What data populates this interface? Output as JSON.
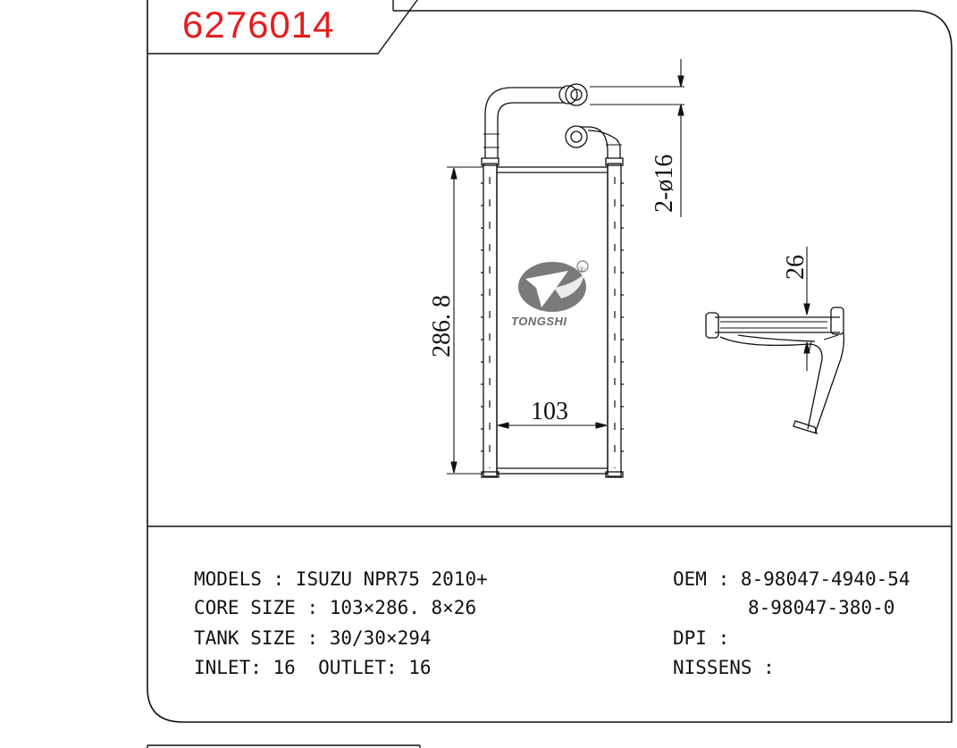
{
  "part_number": "6276014",
  "brand": {
    "name": "TONGSHI",
    "registered_mark": "®",
    "logo_icon": "tongshi-swirl-logo-icon",
    "logo_color": "#7a7a7a"
  },
  "accent_color": "#e41e1e",
  "dimensions": {
    "height": "286. 8",
    "width": "103",
    "pipes": "2-ø16",
    "depth": "26"
  },
  "specs": {
    "models_label": "MODELS",
    "models_value": "ISUZU NPR75 2010+",
    "core_size_label": "CORE SIZE",
    "core_size_value": "103×286. 8×26",
    "tank_size_label": "TANK SIZE",
    "tank_size_value": "30/30×294",
    "inlet_label": "INLET:",
    "inlet_value": "16",
    "outlet_label": "OUTLET:",
    "outlet_value": "16",
    "oem_label": "OEM",
    "oem_values": [
      "8-98047-4940-54",
      "8-98047-380-0"
    ],
    "dpi_label": "DPI",
    "dpi_value": "",
    "nissens_label": "NISSENS",
    "nissens_value": ""
  }
}
